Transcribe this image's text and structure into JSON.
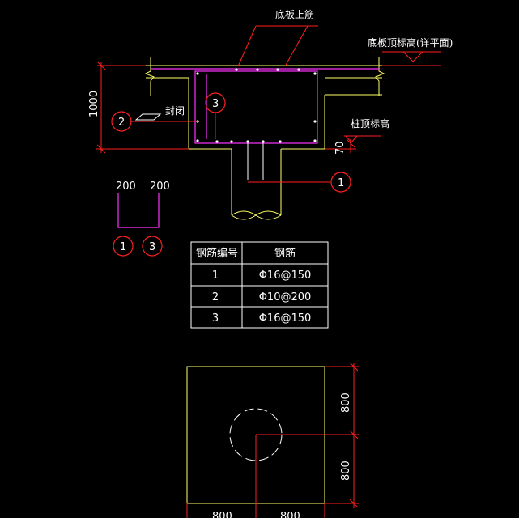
{
  "colors": {
    "background": "#000000",
    "outline": "#ffff66",
    "rebar": "#ff33ff",
    "dimension": "#ff2020",
    "white": "#ffffff",
    "leader": "#ff2020"
  },
  "labels": {
    "top_rebar": "底板上筋",
    "slab_top_elevation": "底板顶标高(详平面)",
    "pile_top_elevation": "桩顶标高",
    "sealing": "封闭",
    "dim_height": "1000",
    "dim_70": "70",
    "dim_left": "200",
    "dim_right": "200",
    "plan_dim_upper": "800",
    "plan_dim_lower": "800",
    "plan_dim_bottom_left": "800",
    "plan_dim_bottom_right": "800"
  },
  "callouts": {
    "c1": "1",
    "c2": "2",
    "c3": "3",
    "legend_1": "1",
    "legend_3": "3"
  },
  "table": {
    "headers": [
      "钢筋编号",
      "钢筋"
    ],
    "rows": [
      [
        "1",
        "Φ16@150"
      ],
      [
        "2",
        "Φ10@200"
      ],
      [
        "3",
        "Φ16@150"
      ]
    ]
  }
}
